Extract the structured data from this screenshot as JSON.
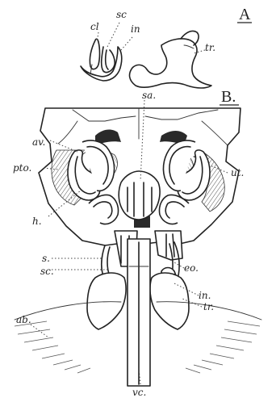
{
  "panels": {
    "a": "A",
    "b": "B."
  },
  "labels": {
    "cl": "cl",
    "sc_a": "sc",
    "in_a": "in",
    "tr_a": "tr.",
    "sa": "sa.",
    "av": "av.",
    "pto": "pto.",
    "ut": "ut.",
    "h": "h.",
    "s": "s.",
    "sc_b": "sc.",
    "eo": "eo.",
    "in_b": "in.",
    "tr_b": "tr.",
    "ab": "ab.",
    "vc": "vc."
  }
}
